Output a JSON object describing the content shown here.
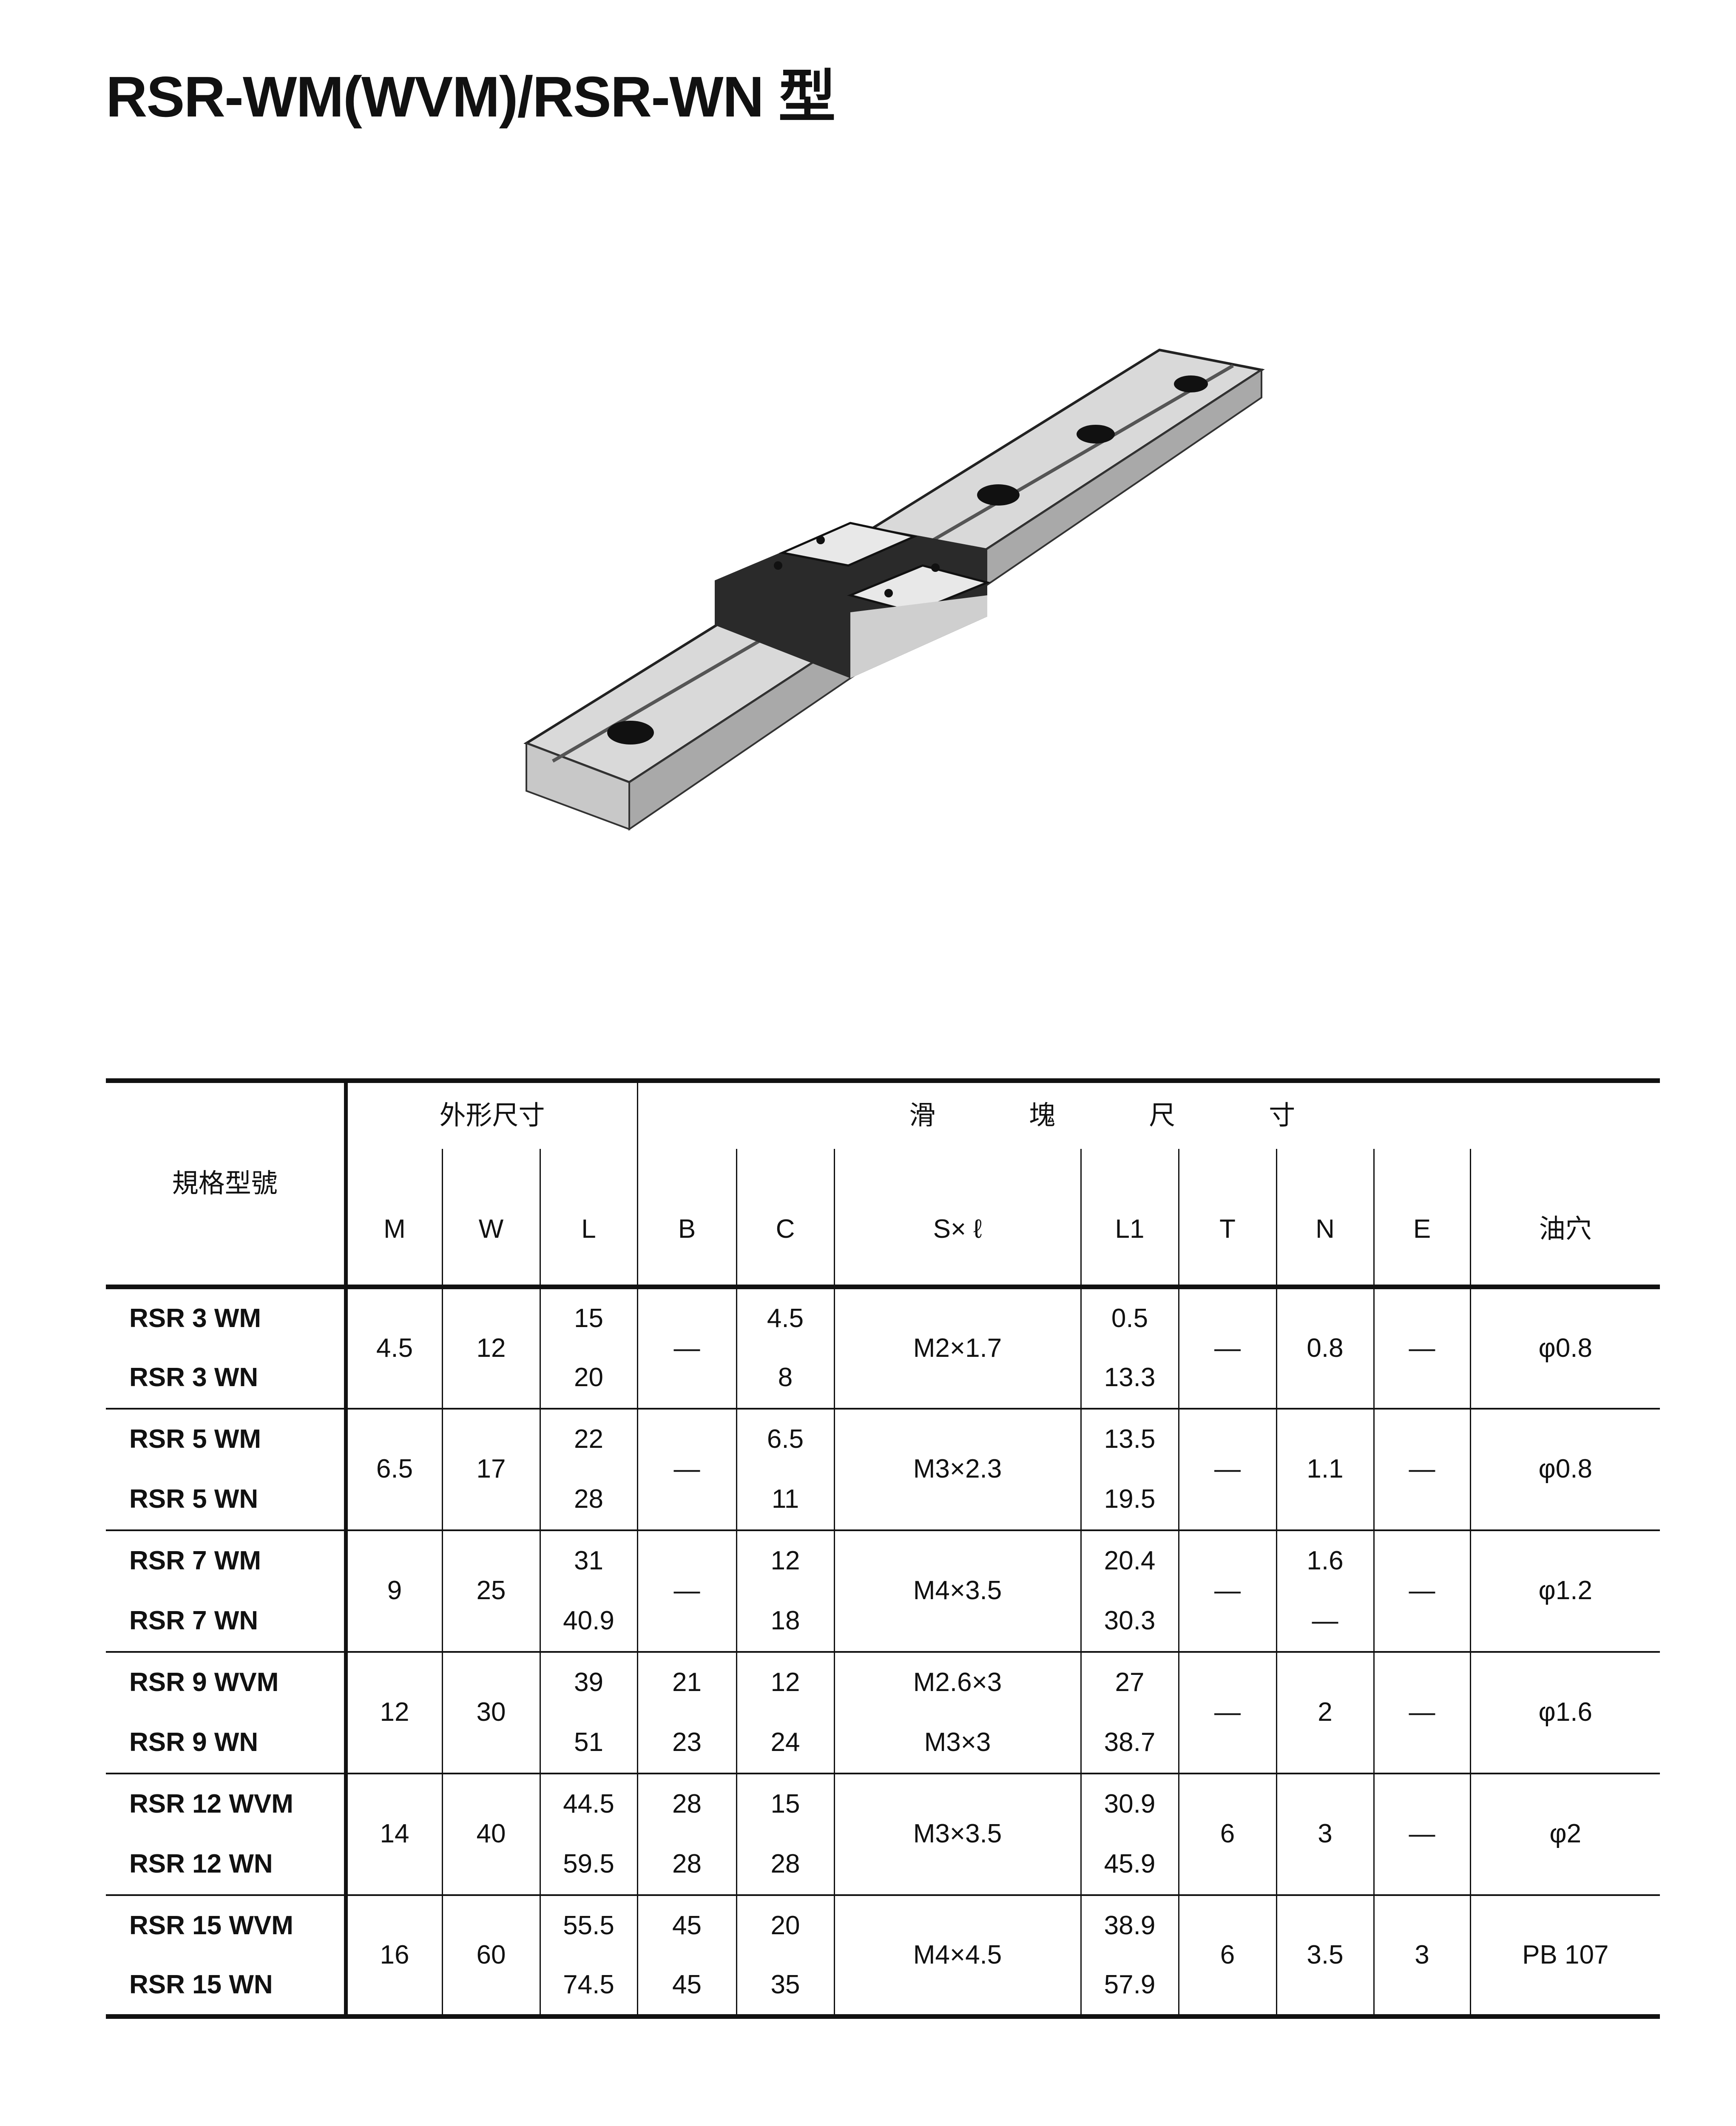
{
  "title": "RSR-WM(WVM)/RSR-WN 型",
  "table": {
    "model_header": "規格型號",
    "group_outer": "外形尺寸",
    "group_block": "滑塊尺寸",
    "columns": [
      "M",
      "W",
      "L",
      "B",
      "C",
      "S× ℓ",
      "L1",
      "T",
      "N",
      "E",
      "油穴"
    ],
    "keys": [
      "M",
      "W",
      "L",
      "B",
      "C",
      "S",
      "L1",
      "T",
      "N",
      "E",
      "oil"
    ],
    "groups": [
      {
        "models": [
          "RSR 3 WM",
          "RSR 3 WN"
        ],
        "M": "4.5",
        "W": "12",
        "L": [
          "15",
          "20"
        ],
        "B": "—",
        "C": [
          "4.5",
          "8"
        ],
        "S": "M2×1.7",
        "L1": [
          "0.5",
          "13.3"
        ],
        "T": "—",
        "N": "0.8",
        "E": "—",
        "oil": "φ0.8"
      },
      {
        "models": [
          "RSR 5 WM",
          "RSR 5 WN"
        ],
        "M": "6.5",
        "W": "17",
        "L": [
          "22",
          "28"
        ],
        "B": "—",
        "C": [
          "6.5",
          "11"
        ],
        "S": "M3×2.3",
        "L1": [
          "13.5",
          "19.5"
        ],
        "T": "—",
        "N": "1.1",
        "E": "—",
        "oil": "φ0.8"
      },
      {
        "models": [
          "RSR 7 WM",
          "RSR 7 WN"
        ],
        "M": "9",
        "W": "25",
        "L": [
          "31",
          "40.9"
        ],
        "B": "—",
        "C": [
          "12",
          "18"
        ],
        "S": "M4×3.5",
        "L1": [
          "20.4",
          "30.3"
        ],
        "T": "—",
        "N": [
          "1.6",
          "—"
        ],
        "E": "—",
        "oil": "φ1.2"
      },
      {
        "models": [
          "RSR 9 WVM",
          "RSR 9 WN"
        ],
        "M": "12",
        "W": "30",
        "L": [
          "39",
          "51"
        ],
        "B": [
          "21",
          "23"
        ],
        "C": [
          "12",
          "24"
        ],
        "S": [
          "M2.6×3",
          "M3×3"
        ],
        "L1": [
          "27",
          "38.7"
        ],
        "T": "—",
        "N": "2",
        "E": "—",
        "oil": "φ1.6"
      },
      {
        "models": [
          "RSR 12 WVM",
          "RSR 12 WN"
        ],
        "M": "14",
        "W": "40",
        "L": [
          "44.5",
          "59.5"
        ],
        "B": [
          "28",
          "28"
        ],
        "C": [
          "15",
          "28"
        ],
        "S": "M3×3.5",
        "L1": [
          "30.9",
          "45.9"
        ],
        "T": "6",
        "N": "3",
        "E": "—",
        "oil": "φ2"
      },
      {
        "models": [
          "RSR 15 WVM",
          "RSR 15 WN"
        ],
        "M": "16",
        "W": "60",
        "L": [
          "55.5",
          "74.5"
        ],
        "B": [
          "45",
          "45"
        ],
        "C": [
          "20",
          "35"
        ],
        "S": "M4×4.5",
        "L1": [
          "38.9",
          "57.9"
        ],
        "T": "6",
        "N": "3.5",
        "E": "3",
        "oil": "PB 107"
      }
    ]
  }
}
